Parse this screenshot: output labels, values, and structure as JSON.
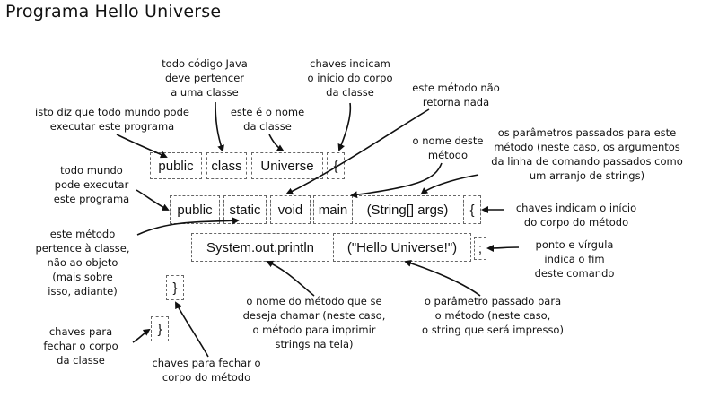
{
  "title": "Programa Hello Universe",
  "tokens": {
    "public1": "public",
    "class": "class",
    "universe": "Universe",
    "brace_open1": "{",
    "public2": "public",
    "static": "static",
    "void": "void",
    "main": "main",
    "args": "(String[] args)",
    "brace_open2": "{",
    "println": "System.out.println",
    "hello": "(\"Hello Universe!\")",
    "semicolon": ";",
    "brace_close_method": "}",
    "brace_close_class": "}"
  },
  "notes": {
    "java_class": "todo código Java\ndeve pertencer\na uma classe",
    "braces_body": "chaves indicam\no início do corpo\nda classe",
    "no_return": "este método não\nretorna nada",
    "public_all": "isto diz que todo mundo pode\nexecutar este programa",
    "class_name": "este é o nome\nda classe",
    "method_name": "o nome deste\nmétodo",
    "params": "os parâmetros passados para este\nmétodo (neste caso, os argumentos\nda linha de comando passados como\num arranjo de strings)",
    "everyone": "todo mundo\npode executar\neste programa",
    "braces_method": "chaves indicam o início\ndo corpo do método",
    "static_note": "este método\npertence à classe,\nnão ao objeto\n(mais sobre\nisso, adiante)",
    "semicolon_note": "ponto e vírgula\nindica o fim\ndeste comando",
    "call_name": "o nome do método que se\ndeseja chamar (neste caso,\no método para imprimir\nstrings na tela)",
    "param_passed": "o parâmetro passado para\no método (neste caso,\no string que será impresso)",
    "close_class": "chaves para\nfechar o corpo\nda classe",
    "close_method": "chaves para fechar o\ncorpo do método"
  }
}
